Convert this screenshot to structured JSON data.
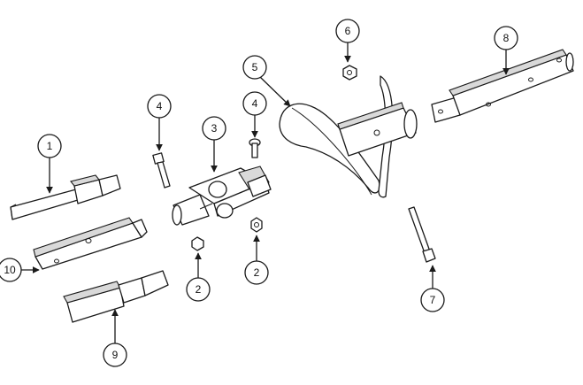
{
  "callouts": [
    {
      "id": "c1",
      "label": "1"
    },
    {
      "id": "c10",
      "label": "10"
    },
    {
      "id": "c9",
      "label": "9"
    },
    {
      "id": "c4a",
      "label": "4"
    },
    {
      "id": "c4b",
      "label": "4"
    },
    {
      "id": "c3",
      "label": "3"
    },
    {
      "id": "c2a",
      "label": "2"
    },
    {
      "id": "c2b",
      "label": "2"
    },
    {
      "id": "c5",
      "label": "5"
    },
    {
      "id": "c6",
      "label": "6"
    },
    {
      "id": "c7",
      "label": "7"
    },
    {
      "id": "c8",
      "label": "8"
    }
  ]
}
